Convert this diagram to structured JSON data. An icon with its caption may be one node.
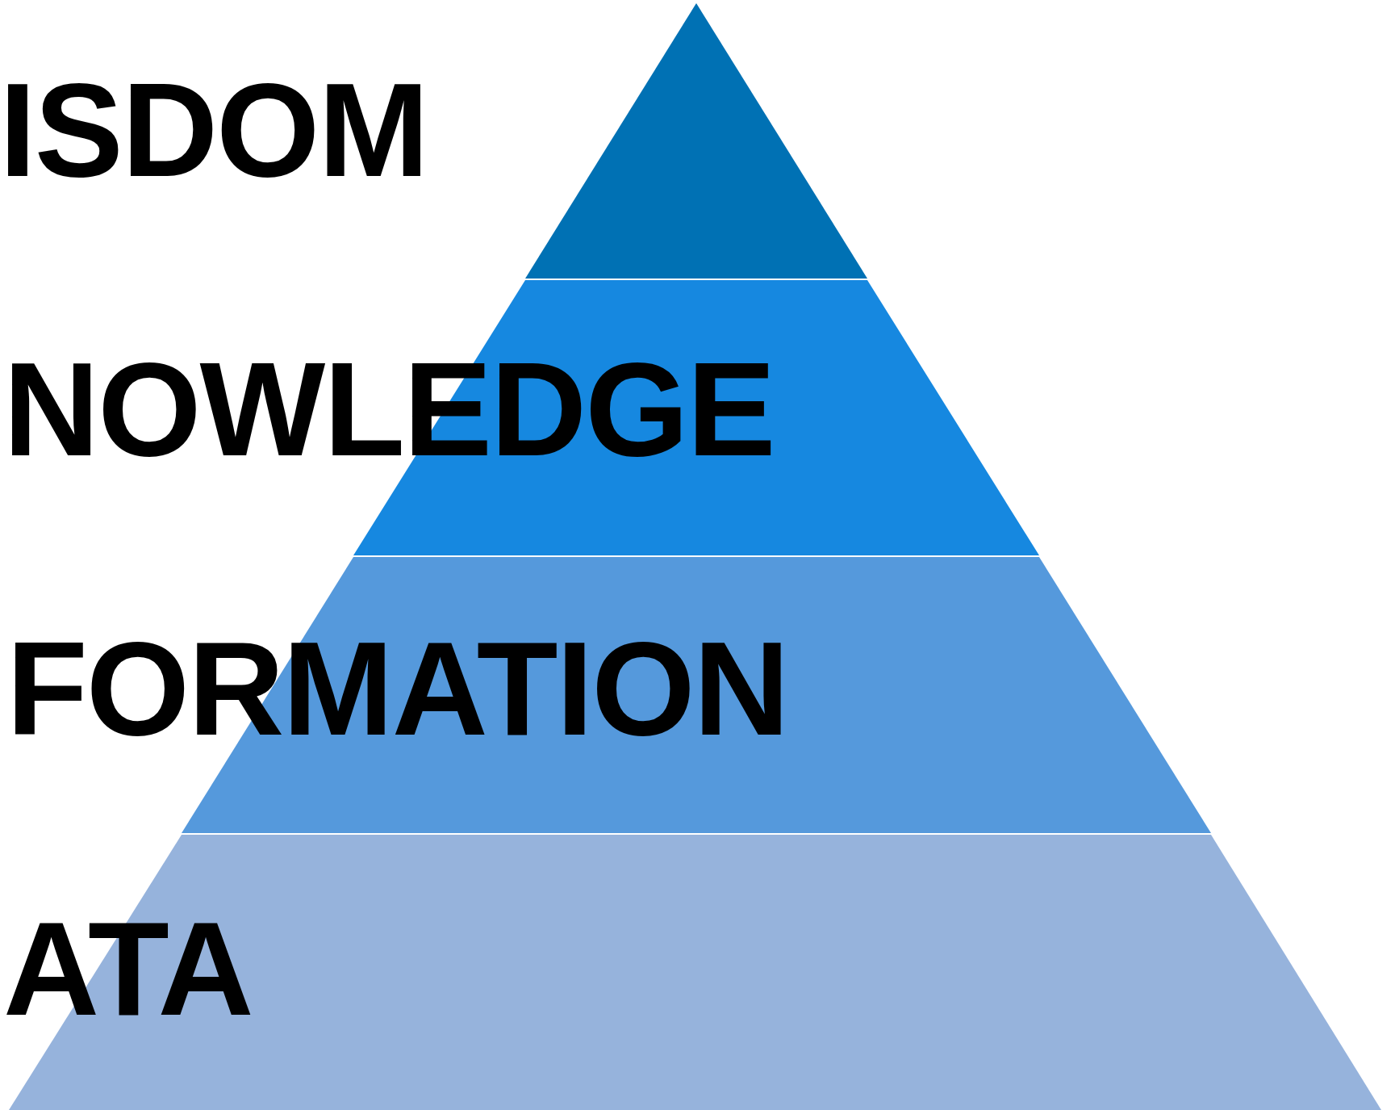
{
  "diagram": {
    "nodes": [
      {
        "text": [
          "ISDOM"
        ]
      },
      {
        "text": [
          "NOWLEDGE"
        ]
      },
      {
        "text": [
          "FORMATION"
        ]
      },
      {
        "text": [
          "ATA"
        ]
      }
    ]
  }
}
